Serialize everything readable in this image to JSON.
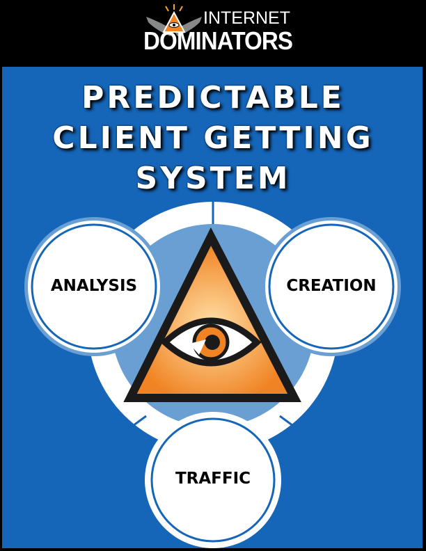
{
  "header": {
    "logo_line1": "INTERNET",
    "logo_line2": "DOMINATORS"
  },
  "title": {
    "line1": "PREDICTABLE",
    "line2": "CLIENT GETTING",
    "line3": "SYSTEM"
  },
  "diagram": {
    "center_icon": "eye-in-triangle-icon",
    "nodes": [
      {
        "label": "ANALYSIS"
      },
      {
        "label": "CREATION"
      },
      {
        "label": "TRAFFIC"
      }
    ]
  },
  "colors": {
    "background": "#1565b8",
    "light_blue": "#6a9fd4",
    "orange": "#f08424",
    "header": "#000000"
  }
}
